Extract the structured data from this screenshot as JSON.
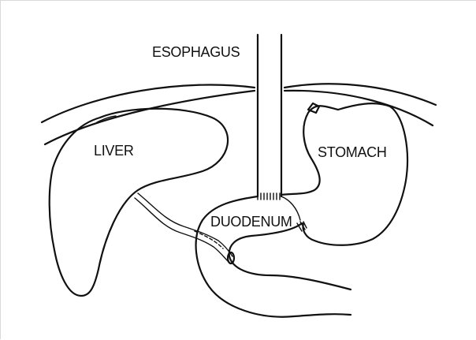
{
  "labels": {
    "esophagus": "ESOPHAGUS",
    "liver": "LIVER",
    "stomach": "STOMACH",
    "duodenum": "DUODENUM"
  },
  "colors": {
    "line": "#111111",
    "background": "#ffffff"
  }
}
